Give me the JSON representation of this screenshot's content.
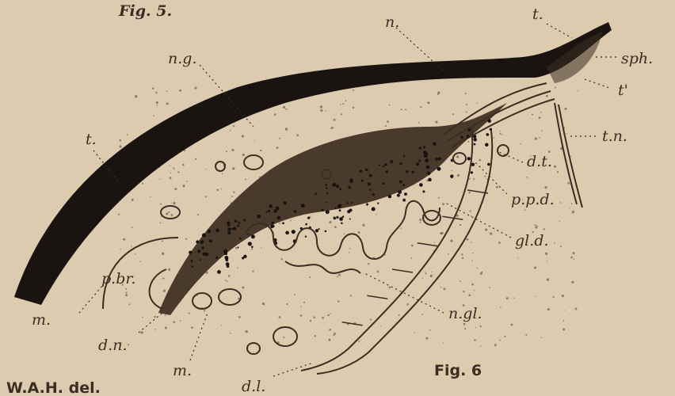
{
  "figure": {
    "top_caption": "Fig. 5.",
    "caption": "Fig. 6",
    "credit": "W.A.H. del.",
    "colors": {
      "paper": "#ddcbb0",
      "ink": "#1a1410"
    }
  },
  "labels": {
    "n": "n.",
    "t": "t.",
    "sph": "sph.",
    "t_prime": "t'",
    "ng": "n.g.",
    "t_left": "t.",
    "tn": "t.n.",
    "dt": "d.t.",
    "ppd": "p.p.d.",
    "gld": "gl.d.",
    "pbr": "p.br.",
    "m_left": "m.",
    "ngl": "n.gl.",
    "dn": "d.n.",
    "m_bottom": "m.",
    "dl": "d.l."
  }
}
